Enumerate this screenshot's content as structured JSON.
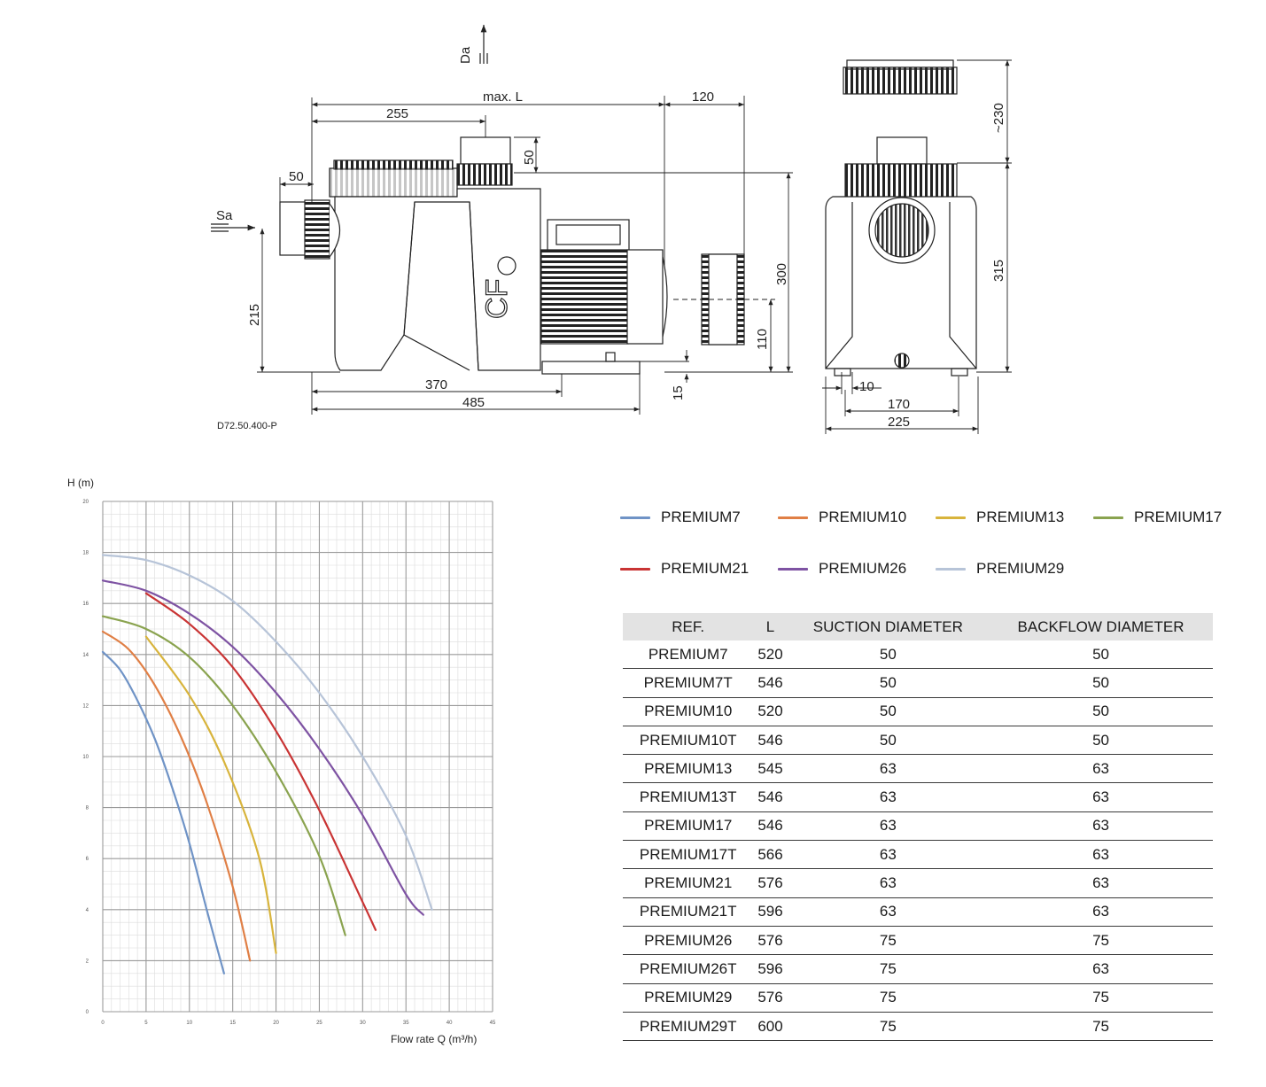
{
  "drawing": {
    "code": "D72.50.400-P",
    "labels": {
      "da": "Da",
      "sa": "Sa",
      "maxL": "max. L",
      "d120": "120",
      "d255": "255",
      "d50_top": "50",
      "d50_left": "50",
      "d215": "215",
      "d300": "300",
      "d110": "110",
      "d15": "15",
      "d370": "370",
      "d485": "485",
      "d230": "~230",
      "d315": "315",
      "d10": "10",
      "d170": "170",
      "d225": "225"
    },
    "logo_text": "CF"
  },
  "chart_data": {
    "type": "line",
    "xlabel": "Flow rate Q (m³/h)",
    "ylabel": "H (m)",
    "xlim": [
      0,
      45
    ],
    "ylim": [
      0,
      20
    ],
    "x_ticks": [
      "0",
      "5",
      "10",
      "15",
      "20",
      "25",
      "30",
      "35",
      "40",
      "45"
    ],
    "y_ticks": [
      "0",
      "2",
      "4",
      "6",
      "8",
      "10",
      "12",
      "14",
      "16",
      "18",
      "20"
    ],
    "grid": true,
    "legend_position": "right",
    "series": [
      {
        "name": "PREMIUM7",
        "color": "#6f93c6",
        "x": [
          0,
          2,
          4,
          6,
          8,
          10,
          12,
          14
        ],
        "y": [
          14.1,
          13.4,
          12.2,
          10.7,
          8.8,
          6.6,
          4.0,
          1.5
        ]
      },
      {
        "name": "PREMIUM10",
        "color": "#e07f45",
        "x": [
          0,
          3,
          6,
          9,
          12,
          15,
          17
        ],
        "y": [
          14.9,
          14.2,
          12.8,
          10.8,
          8.2,
          4.9,
          2.0
        ]
      },
      {
        "name": "PREMIUM13",
        "color": "#d8b43c",
        "x": [
          5,
          10,
          14,
          18,
          20
        ],
        "y": [
          14.7,
          12.4,
          9.8,
          6.1,
          2.3
        ]
      },
      {
        "name": "PREMIUM17",
        "color": "#8aa34f",
        "x": [
          0,
          5,
          10,
          15,
          20,
          25,
          28
        ],
        "y": [
          15.5,
          15.0,
          13.9,
          12.0,
          9.4,
          6.1,
          3.0
        ]
      },
      {
        "name": "PREMIUM21",
        "color": "#c93434",
        "x": [
          5,
          10,
          15,
          20,
          25,
          30,
          31.5
        ],
        "y": [
          16.4,
          15.2,
          13.5,
          11.0,
          7.9,
          4.3,
          3.2
        ]
      },
      {
        "name": "PREMIUM26",
        "color": "#7e53a3",
        "x": [
          0,
          5,
          10,
          15,
          20,
          25,
          30,
          35,
          37
        ],
        "y": [
          16.9,
          16.5,
          15.6,
          14.3,
          12.5,
          10.3,
          7.7,
          4.6,
          3.8
        ]
      },
      {
        "name": "PREMIUM29",
        "color": "#b7c4d8",
        "x": [
          0,
          5,
          10,
          15,
          20,
          25,
          30,
          35,
          38
        ],
        "y": [
          17.9,
          17.7,
          17.1,
          16.1,
          14.5,
          12.5,
          10.0,
          6.9,
          4.0
        ]
      }
    ]
  },
  "table": {
    "headers": [
      "REF.",
      "L",
      "SUCTION DIAMETER",
      "BACKFLOW DIAMETER"
    ],
    "rows": [
      [
        "PREMIUM7",
        "520",
        "50",
        "50"
      ],
      [
        "PREMIUM7T",
        "546",
        "50",
        "50"
      ],
      [
        "PREMIUM10",
        "520",
        "50",
        "50"
      ],
      [
        "PREMIUM10T",
        "546",
        "50",
        "50"
      ],
      [
        "PREMIUM13",
        "545",
        "63",
        "63"
      ],
      [
        "PREMIUM13T",
        "546",
        "63",
        "63"
      ],
      [
        "PREMIUM17",
        "546",
        "63",
        "63"
      ],
      [
        "PREMIUM17T",
        "566",
        "63",
        "63"
      ],
      [
        "PREMIUM21",
        "576",
        "63",
        "63"
      ],
      [
        "PREMIUM21T",
        "596",
        "63",
        "63"
      ],
      [
        "PREMIUM26",
        "576",
        "75",
        "75"
      ],
      [
        "PREMIUM26T",
        "596",
        "75",
        "63"
      ],
      [
        "PREMIUM29",
        "576",
        "75",
        "75"
      ],
      [
        "PREMIUM29T",
        "600",
        "75",
        "75"
      ]
    ]
  }
}
